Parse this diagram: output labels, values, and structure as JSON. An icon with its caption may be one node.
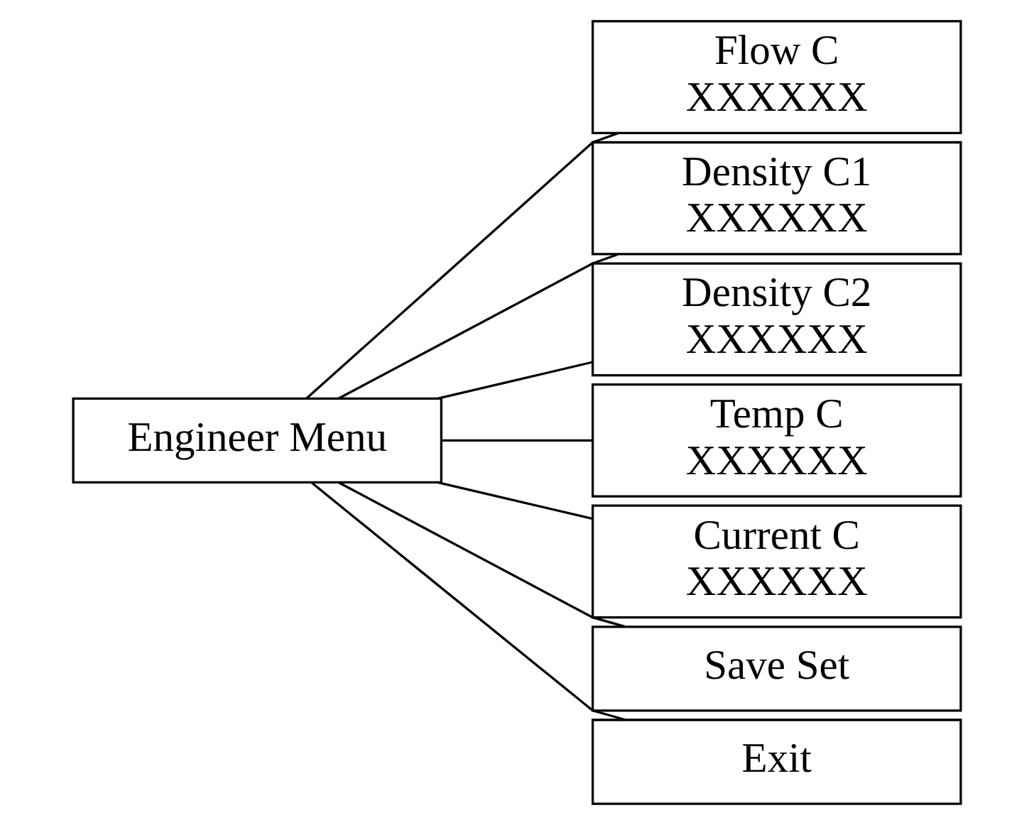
{
  "diagram": {
    "nodes": [
      {
        "text": [
          "Engineer Menu"
        ]
      },
      {
        "text": [
          "Flow C",
          "XXXXXX"
        ]
      },
      {
        "text": [
          "Density C1",
          "XXXXXX"
        ]
      },
      {
        "text": [
          "Density C2",
          "XXXXXX"
        ]
      },
      {
        "text": [
          "Temp C",
          "XXXXXX"
        ]
      },
      {
        "text": [
          "Current C",
          "XXXXXX"
        ]
      },
      {
        "text": [
          "Save Set"
        ]
      },
      {
        "text": [
          "Exit"
        ]
      }
    ],
    "edges": [
      {
        "from": 0,
        "to": 1,
        "arrow": "none"
      },
      {
        "from": 0,
        "to": 2,
        "arrow": "none"
      },
      {
        "from": 0,
        "to": 3,
        "arrow": "none"
      },
      {
        "from": 0,
        "to": 4,
        "arrow": "none"
      },
      {
        "from": 0,
        "to": 5,
        "arrow": "none"
      },
      {
        "from": 0,
        "to": 6,
        "arrow": "none"
      },
      {
        "from": 0,
        "to": 7,
        "arrow": "none"
      }
    ]
  }
}
